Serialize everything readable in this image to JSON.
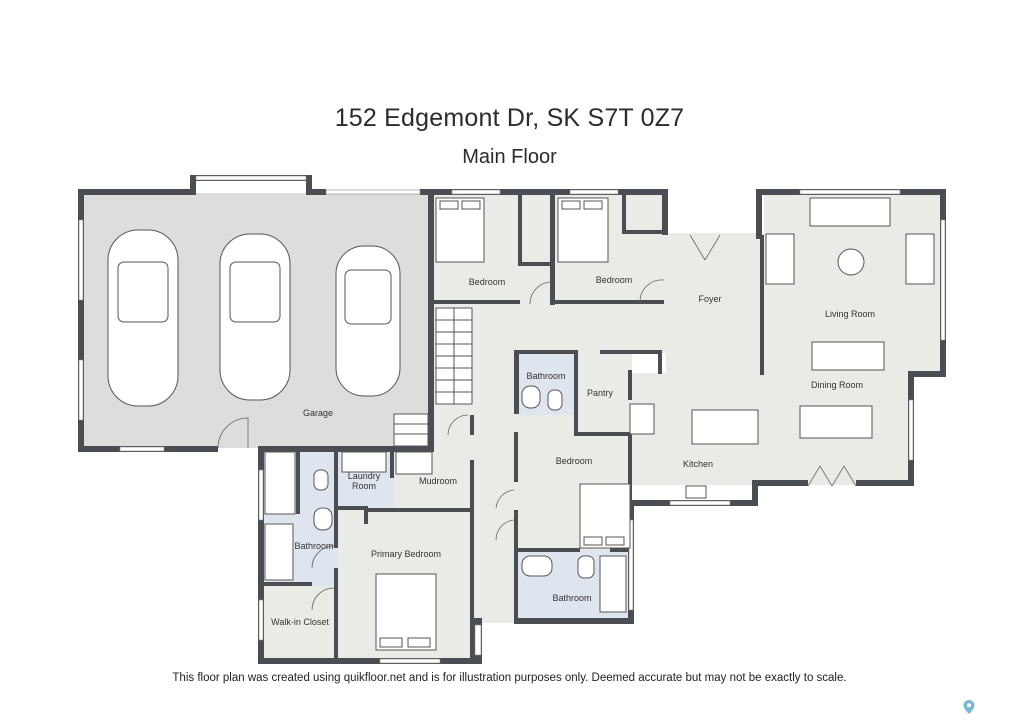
{
  "header": {
    "address": "152 Edgemont Dr, SK S7T 0Z7",
    "floor": "Main Floor"
  },
  "rooms": {
    "garage": "Garage",
    "bedroom1": "Bedroom",
    "bedroom2": "Bedroom",
    "foyer": "Foyer",
    "living": "Living Room",
    "bathroom_hall": "Bathroom",
    "pantry": "Pantry",
    "dining": "Dining Room",
    "kitchen": "Kitchen",
    "bedroom3": "Bedroom",
    "laundry_line1": "Laundry",
    "laundry_line2": "Room",
    "mudroom": "Mudroom",
    "bathroom_ensuite": "Bathroom",
    "primary_bedroom": "Primary Bedroom",
    "walkin": "Walk-in Closet",
    "bathroom_lower": "Bathroom"
  },
  "footer": {
    "disclaimer": "This floor plan was created using quikfloor.net and is for illustration purposes only. Deemed accurate but may not be exactly to scale."
  },
  "icons": {
    "corner_mark": "location-pin-icon",
    "accent_color": "#7ab9d6"
  }
}
